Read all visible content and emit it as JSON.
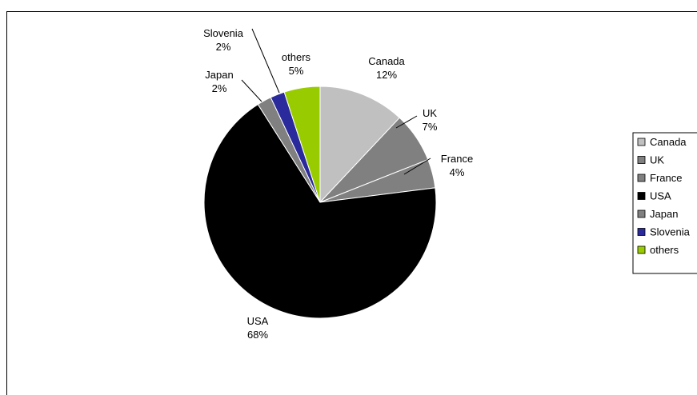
{
  "chart_data": {
    "type": "pie",
    "title": "",
    "legend_position": "right",
    "slices": [
      {
        "name": "Canada",
        "percent": 12,
        "color": "#c0c0c0",
        "label_name": "Canada",
        "label_value": "12%"
      },
      {
        "name": "UK",
        "percent": 7,
        "color": "#808080",
        "label_name": "UK",
        "label_value": "7%"
      },
      {
        "name": "France",
        "percent": 4,
        "color": "#808080",
        "label_name": "France",
        "label_value": "4%"
      },
      {
        "name": "USA",
        "percent": 68,
        "color": "#000000",
        "label_name": "USA",
        "label_value": "68%"
      },
      {
        "name": "Japan",
        "percent": 2,
        "color": "#808080",
        "label_name": "Japan",
        "label_value": "2%"
      },
      {
        "name": "Slovenia",
        "percent": 2,
        "color": "#2a2a9c",
        "label_name": "Slovenia",
        "label_value": "2%"
      },
      {
        "name": "others",
        "percent": 5,
        "color": "#99cc00",
        "label_name": "others",
        "label_value": "5%"
      }
    ],
    "legend": [
      "Canada",
      "UK",
      "France",
      "USA",
      "Japan",
      "Slovenia",
      "others"
    ]
  }
}
